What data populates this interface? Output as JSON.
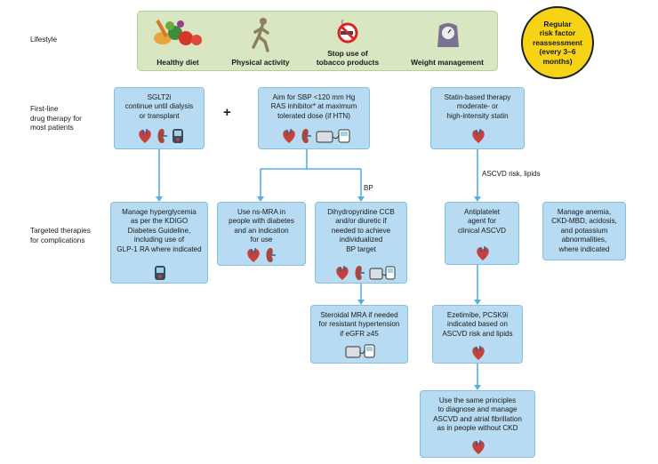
{
  "row_labels": {
    "lifestyle": "Lifestyle",
    "first_line": "First-line\ndrug therapy for\nmost patients",
    "targeted": "Targeted therapies\nfor complications"
  },
  "lifestyle": {
    "healthy_diet": "Healthy diet",
    "physical_activity": "Physical activity",
    "tobacco": "Stop use of\ntobacco products",
    "weight": "Weight management"
  },
  "reassessment": "Regular\nrisk factor\nreassessment\n(every 3–6\nmonths)",
  "first_line": {
    "sglt2i": "SGLT2i\ncontinue until dialysis\nor transplant",
    "plus": "+",
    "bp": "Aim for SBP <120 mm Hg\nRAS inhibitor* at maximum\ntolerated dose (if HTN)",
    "statin": "Statin-based therapy\nmoderate- or\nhigh-intensity statin"
  },
  "edge_labels": {
    "bp": "BP",
    "ascvd": "ASCVD risk, lipids"
  },
  "targeted": {
    "hyperglycemia": "Manage hyperglycemia\nas per the KDIGO\nDiabetes Guideline,\nincluding use of\nGLP-1 RA where indicated",
    "ns_mra": "Use ns-MRA in\npeople with diabetes\nand an indication\nfor use",
    "ccb": "Dihydropyridine CCB\nand/or diuretic if\nneeded to achieve\nindividualized\nBP target",
    "antiplatelet": "Antiplatelet\nagent for\nclinical ASCVD",
    "anemia": "Manage anemia,\nCKD-MBD, acidosis,\nand potassium\nabnormalities,\nwhere indicated",
    "steroidal_mra": "Steroidal MRA if needed\nfor resistant hypertension\nif eGFR ≥45",
    "ezetimibe": "Ezetimibe, PCSK9i\nindicated based on\nASCVD risk and lipids",
    "same_principles": "Use the same principles\nto diagnose and manage\nASCVD and atrial fibrillation\nas in people without CKD"
  },
  "colors": {
    "box_fill": "#b7dbf2",
    "box_border": "#86bfe0",
    "connector": "#5aaedc",
    "lifestyle_band": "#d8e6c2",
    "reassessment_circle": "#f6d317"
  }
}
